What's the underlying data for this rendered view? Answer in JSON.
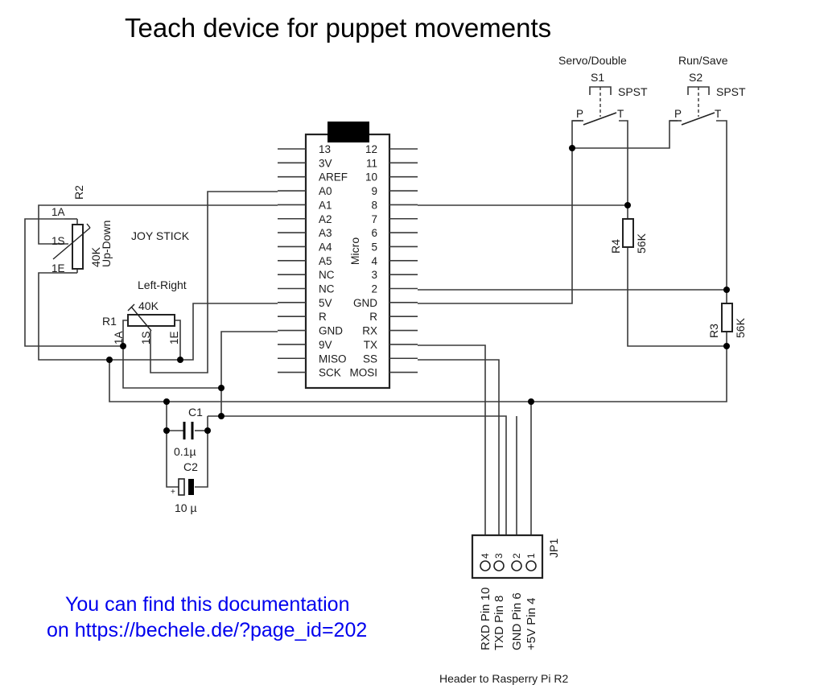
{
  "title": "Teach device for puppet movements",
  "micro": {
    "name": "Micro",
    "left_pins": [
      "13",
      "3V",
      "AREF",
      "A0",
      "A1",
      "A2",
      "A3",
      "A4",
      "A5",
      "NC",
      "NC",
      "5V",
      "R",
      "GND",
      "9V",
      "MISO",
      "SCK"
    ],
    "right_pins": [
      "12",
      "11",
      "10",
      "9",
      "8",
      "7",
      "6",
      "5",
      "4",
      "3",
      "2",
      "GND",
      "R",
      "RX",
      "TX",
      "SS",
      "MOSI"
    ]
  },
  "switches": [
    {
      "ref": "S1",
      "function": "Servo/Double",
      "type": "SPST",
      "pin_p": "P",
      "pin_t": "T"
    },
    {
      "ref": "S2",
      "function": "Run/Save",
      "type": "SPST",
      "pin_p": "P",
      "pin_t": "T"
    }
  ],
  "resistors": {
    "r2": {
      "ref": "R2",
      "value": "40K",
      "function": "Up-Down",
      "pins": [
        "1A",
        "1S",
        "1E"
      ]
    },
    "r1": {
      "ref": "R1",
      "value": "40K",
      "function": "Left-Right",
      "pins": [
        "1A",
        "1S",
        "1E"
      ]
    },
    "r4": {
      "ref": "R4",
      "value": "56K"
    },
    "r3": {
      "ref": "R3",
      "value": "56K"
    }
  },
  "joystick_label": "JOY STICK",
  "capacitors": {
    "c1": {
      "ref": "C1",
      "value": "0.1µ"
    },
    "c2": {
      "ref": "C2",
      "value": "10 µ",
      "polarity": "+"
    }
  },
  "header": {
    "ref": "JP1",
    "pins": [
      "4",
      "3",
      "2",
      "1"
    ],
    "signals": [
      "RXD Pin 10",
      "TXD Pin 8",
      "GND Pin 6",
      "+5V Pin 4"
    ],
    "caption": "Header to Rasperry Pi R2"
  },
  "note": {
    "line1": "You can find this documentation",
    "line2": "on https://bechele.de/?page_id=202"
  },
  "colors": {
    "wire": "#3a3a3a",
    "note_text": "#0000ee"
  }
}
